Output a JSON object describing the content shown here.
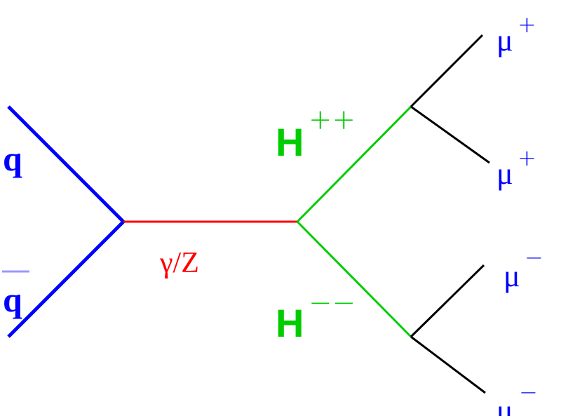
{
  "diagram": {
    "colors": {
      "quark": "#0000ff",
      "boson": "#ff0000",
      "higgs": "#00cc00",
      "lepton_line": "#000000",
      "lepton_label": "#0000ff"
    },
    "labels": {
      "quark": "q",
      "antiquark": "q",
      "antiquark_bar": "bar",
      "boson": "γ/Z",
      "higgs_pp": "H",
      "higgs_pp_charge": "++",
      "higgs_mm": "H",
      "higgs_mm_charge": "−−",
      "mu1": "μ",
      "mu1_charge": "+",
      "mu2": "μ",
      "mu2_charge": "+",
      "mu3": "μ",
      "mu3_charge": "−",
      "mu4": "μ",
      "mu4_charge": "−"
    }
  }
}
